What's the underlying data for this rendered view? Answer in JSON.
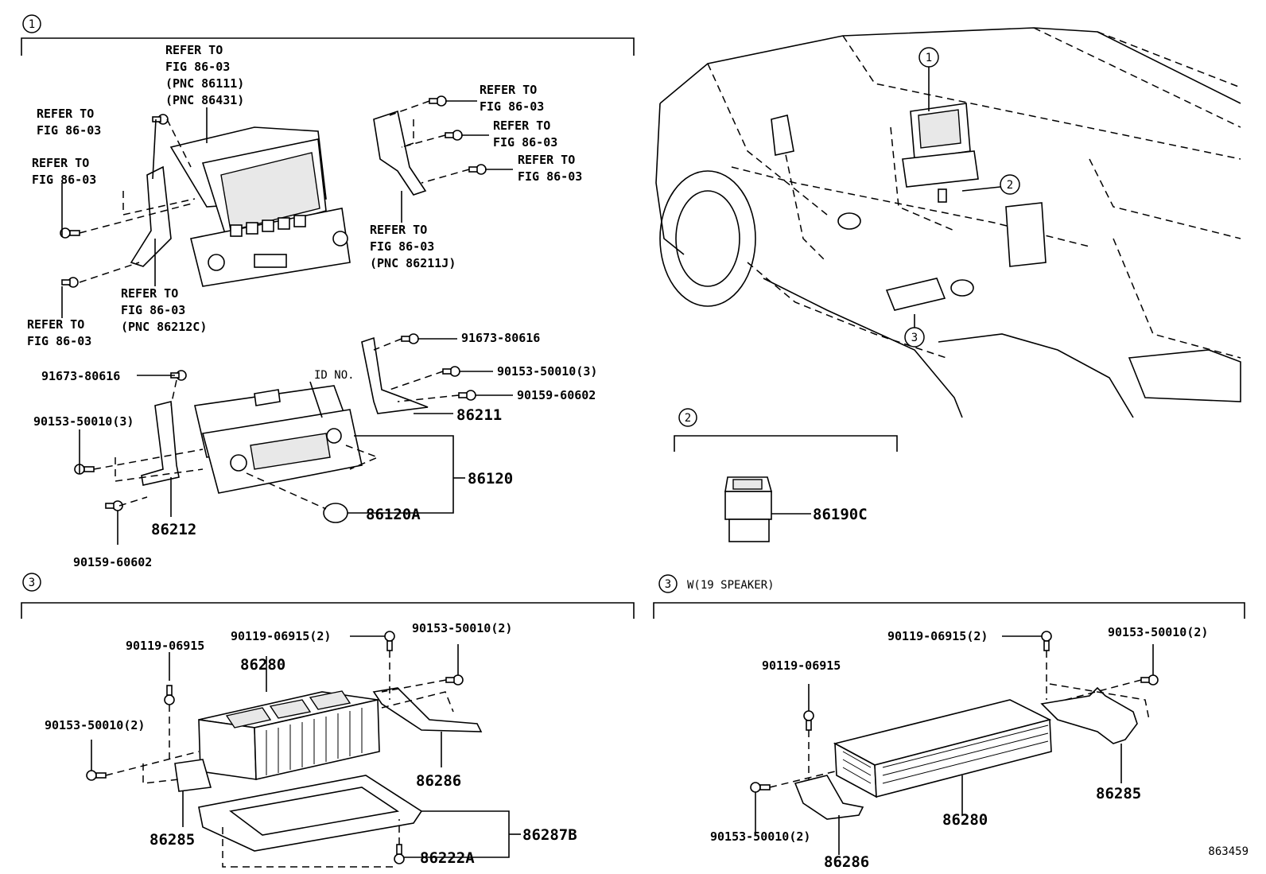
{
  "sections": {
    "one": {
      "marker": "1"
    },
    "two": {
      "marker": "2"
    },
    "three": {
      "marker": "3"
    },
    "three_w": {
      "marker": "3",
      "title": "W(19 SPEAKER)"
    }
  },
  "refs": {
    "refer_to": "REFER TO",
    "fig": "FIG 86-03",
    "pnc_86111": "(PNC 86111)",
    "pnc_86431": "(PNC 86431)",
    "pnc_86211j": "(PNC 86211J)",
    "pnc_86212c": "(PNC 86212C)"
  },
  "part_numbers": {
    "p91673_80616": "91673-80616",
    "p90153_50010_3": "90153-50010(3)",
    "p90159_60602": "90159-60602",
    "p86211": "86211",
    "p86212": "86212",
    "p86120": "86120",
    "p86120a": "86120A",
    "id_no": "ID NO.",
    "p86190c": "86190C",
    "p90119_06915": "90119-06915",
    "p90119_06915_2": "90119-06915(2)",
    "p90153_50010_2": "90153-50010(2)",
    "p86280": "86280",
    "p86286": "86286",
    "p86285": "86285",
    "p86287b": "86287B",
    "p86222a": "86222A"
  },
  "vehicle_callouts": [
    "1",
    "2",
    "3"
  ],
  "footer": {
    "drawing_id": "863459"
  }
}
